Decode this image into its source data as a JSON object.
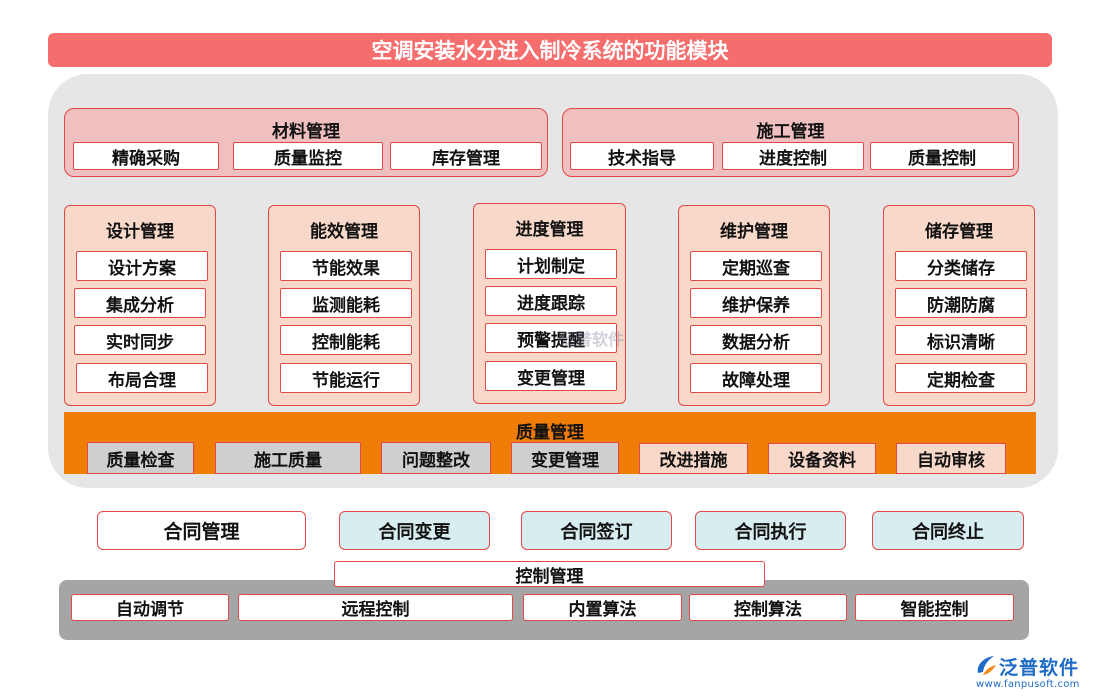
{
  "title": "空调安装水分进入制冷系统的功能模块",
  "top_groups": [
    {
      "title": "材料管理",
      "items": [
        "精确采购",
        "质量监控",
        "库存管理"
      ]
    },
    {
      "title": "施工管理",
      "items": [
        "技术指导",
        "进度控制",
        "质量控制"
      ]
    }
  ],
  "columns": [
    {
      "title": "设计管理",
      "items": [
        "设计方案",
        "集成分析",
        "实时同步",
        "布局合理"
      ]
    },
    {
      "title": "能效管理",
      "items": [
        "节能效果",
        "监测能耗",
        "控制能耗",
        "节能运行"
      ]
    },
    {
      "title": "进度管理",
      "items": [
        "计划制定",
        "进度跟踪",
        "预警提醒",
        "变更管理"
      ]
    },
    {
      "title": "维护管理",
      "items": [
        "定期巡查",
        "维护保养",
        "数据分析",
        "故障处理"
      ]
    },
    {
      "title": "储存管理",
      "items": [
        "分类储存",
        "防潮防腐",
        "标识清晰",
        "定期检查"
      ]
    }
  ],
  "quality": {
    "title": "质量管理",
    "items": [
      "质量检查",
      "施工质量",
      "问题整改",
      "变更管理",
      "改进措施",
      "设备资料",
      "自动审核"
    ]
  },
  "contract": {
    "main": "合同管理",
    "items": [
      "合同变更",
      "合同签订",
      "合同执行",
      "合同终止"
    ]
  },
  "control": {
    "title": "控制管理",
    "items": [
      "自动调节",
      "远程控制",
      "内置算法",
      "控制算法",
      "智能控制"
    ]
  },
  "watermark": "泛普软件",
  "logo": {
    "name": "泛普软件",
    "url": "www.fanpusoft.com"
  },
  "colors": {
    "title_bar": "#f56d6d",
    "border": "#e34848",
    "quality_band": "#ef7d08",
    "contract_cell": "#d8edf0",
    "logo": "#1e6cc8"
  }
}
